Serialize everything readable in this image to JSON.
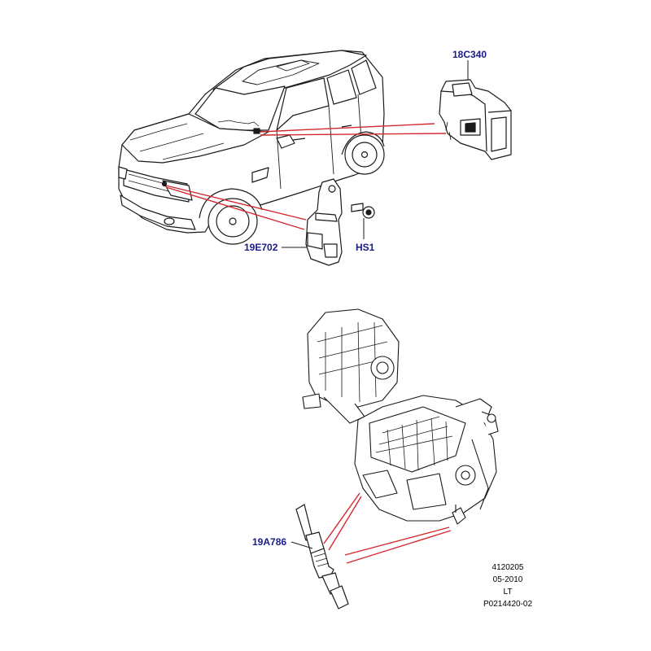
{
  "callouts": {
    "sensor_18C340": "18C340",
    "sensor_19E702": "19E702",
    "screw_HS1": "HS1",
    "hose_19A786": "19A786"
  },
  "reference": {
    "code": "4120205",
    "date": "05-2010",
    "region": "LT",
    "illustration_id": "P0214420-02"
  },
  "colors": {
    "leader_line": "#d4282e",
    "callout_text": "#1a1a8c",
    "drawing_stroke": "#1a1a1a"
  }
}
